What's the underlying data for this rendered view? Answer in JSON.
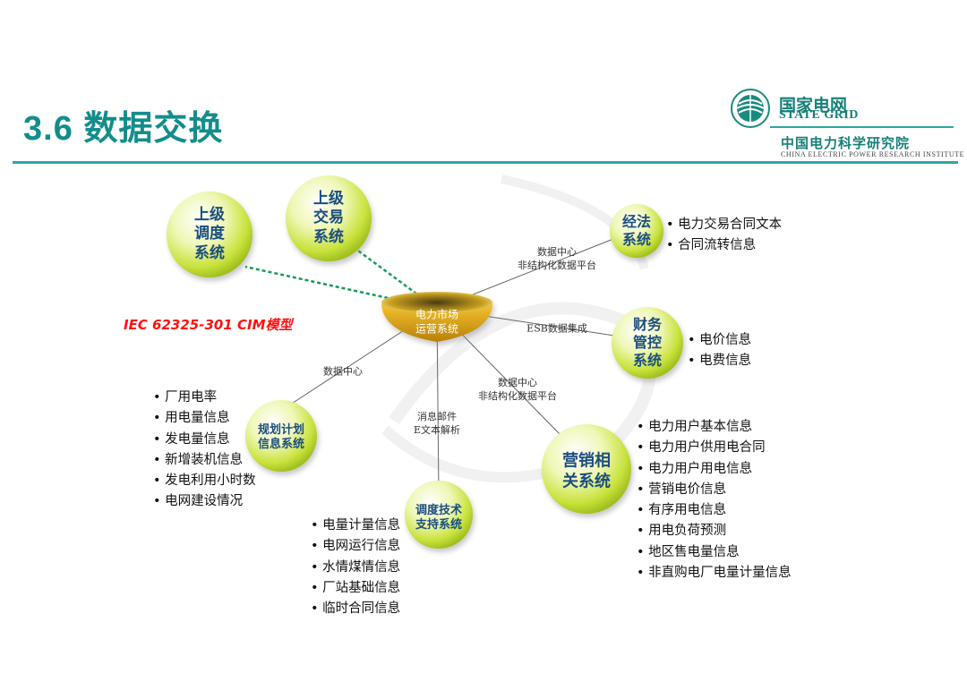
{
  "header": {
    "title": "3.6 数据交换",
    "logo_cn": "国家电网",
    "logo_en": "STATE GRID",
    "institute_cn": "中国电力科学研究院",
    "institute_en": "CHINA ELECTRIC POWER RESEARCH INSTITUTE"
  },
  "colors": {
    "title": "#138d8b",
    "node_text": "#1b4e7e",
    "node_fill": "#d6ec4a",
    "hub_fill": "#e0a60e",
    "model_label": "#ff1010",
    "green_link": "#1a9a5a"
  },
  "hub": {
    "label": "电力市场\n运营系统"
  },
  "model_label": "IEC 62325-301 CIM模型",
  "nodes": [
    {
      "id": "upper-dispatch",
      "label": "上级\n调度\n系统"
    },
    {
      "id": "upper-trading",
      "label": "上级\n交易\n系统"
    },
    {
      "id": "legal",
      "label": "经法\n系统",
      "items": [
        "电力交易合同文本",
        "合同流转信息"
      ]
    },
    {
      "id": "finance",
      "label": "财务\n管控\n系统",
      "items": [
        "电价信息",
        "电费信息"
      ]
    },
    {
      "id": "marketing",
      "label": "营销相\n关系统",
      "items": [
        "电力用户基本信息",
        "电力用户供用电合同",
        "电力用户用电信息",
        "营销电价信息",
        "有序用电信息",
        "用电负荷预测",
        "地区售电量信息",
        "非直购电厂电量计量信息"
      ]
    },
    {
      "id": "dispatch-tech",
      "label": "调度技术\n支持系统",
      "items": [
        "电量计量信息",
        "电网运行信息",
        "水情煤情信息",
        "厂站基础信息",
        "临时合同信息"
      ]
    },
    {
      "id": "planning",
      "label": "规划计划\n信息系统",
      "items": [
        "厂用电率",
        "用电量信息",
        "发电量信息",
        "新增装机信息",
        "发电利用小时数",
        "电网建设情况"
      ]
    }
  ],
  "links": [
    {
      "to": "legal",
      "label": "数据中心\n非结构化数据平台"
    },
    {
      "to": "finance",
      "label": "ESB数据集成"
    },
    {
      "to": "marketing",
      "label": "数据中心\n非结构化数据平台"
    },
    {
      "to": "dispatch-tech",
      "label": "消息邮件\nE文本解析"
    },
    {
      "to": "planning",
      "label": "数据中心"
    }
  ]
}
